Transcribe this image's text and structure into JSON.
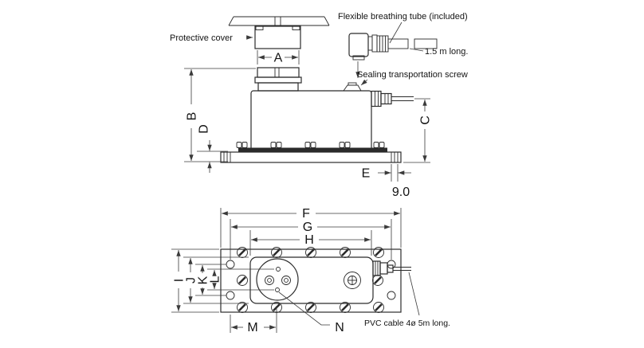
{
  "diagram": {
    "title_hint": "load-cell-dimension-drawing",
    "annotations": {
      "protective_cover": "Protective cover",
      "breathing_tube": "Flexible breathing tube (included)",
      "tube_length": "1.5 m long.",
      "sealing_screw": "Sealing transportation screw",
      "pvc_cable": "PVC cable 4ø 5m long.",
      "base_edge_value": "9.0"
    },
    "dimensions": {
      "a": "A",
      "b": "B",
      "c": "C",
      "d": "D",
      "e": "E",
      "f": "F",
      "g": "G",
      "h": "H",
      "i": "I",
      "j": "J",
      "k": "K",
      "l": "L",
      "m": "M",
      "n": "N"
    },
    "colors": {
      "line": "#2b2b2b",
      "dim_line": "#3a3a3a",
      "text": "#141414",
      "background": "#ffffff"
    }
  }
}
